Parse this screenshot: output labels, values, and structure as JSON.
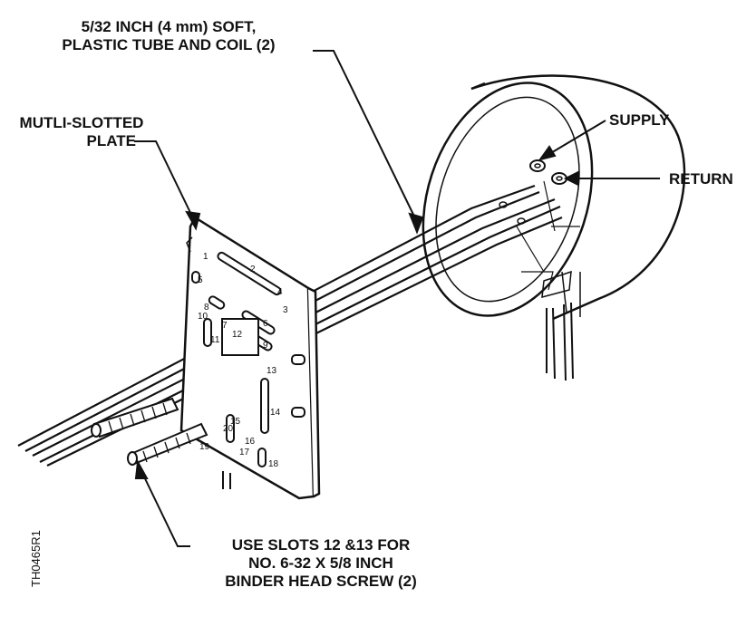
{
  "labels": {
    "tube_line1": "5/32 INCH (4 mm) SOFT,",
    "tube_line2": "PLASTIC TUBE AND COIL (2)",
    "plate_line1": "MUTLI-SLOTTED",
    "plate_line2": "PLATE",
    "supply": "SUPPLY",
    "return": "RETURN",
    "screw_line1": "USE SLOTS 12 &13 FOR",
    "screw_line2": "NO. 6-32 X 5/8 INCH",
    "screw_line3": "BINDER HEAD SCREW (2)",
    "figure_id": "TH0465R1"
  },
  "slot_numbers": [
    "1",
    "2",
    "3",
    "4",
    "5",
    "6",
    "7",
    "8",
    "9",
    "10",
    "11",
    "12",
    "13",
    "14",
    "15",
    "16",
    "17",
    "18",
    "19",
    "20"
  ]
}
